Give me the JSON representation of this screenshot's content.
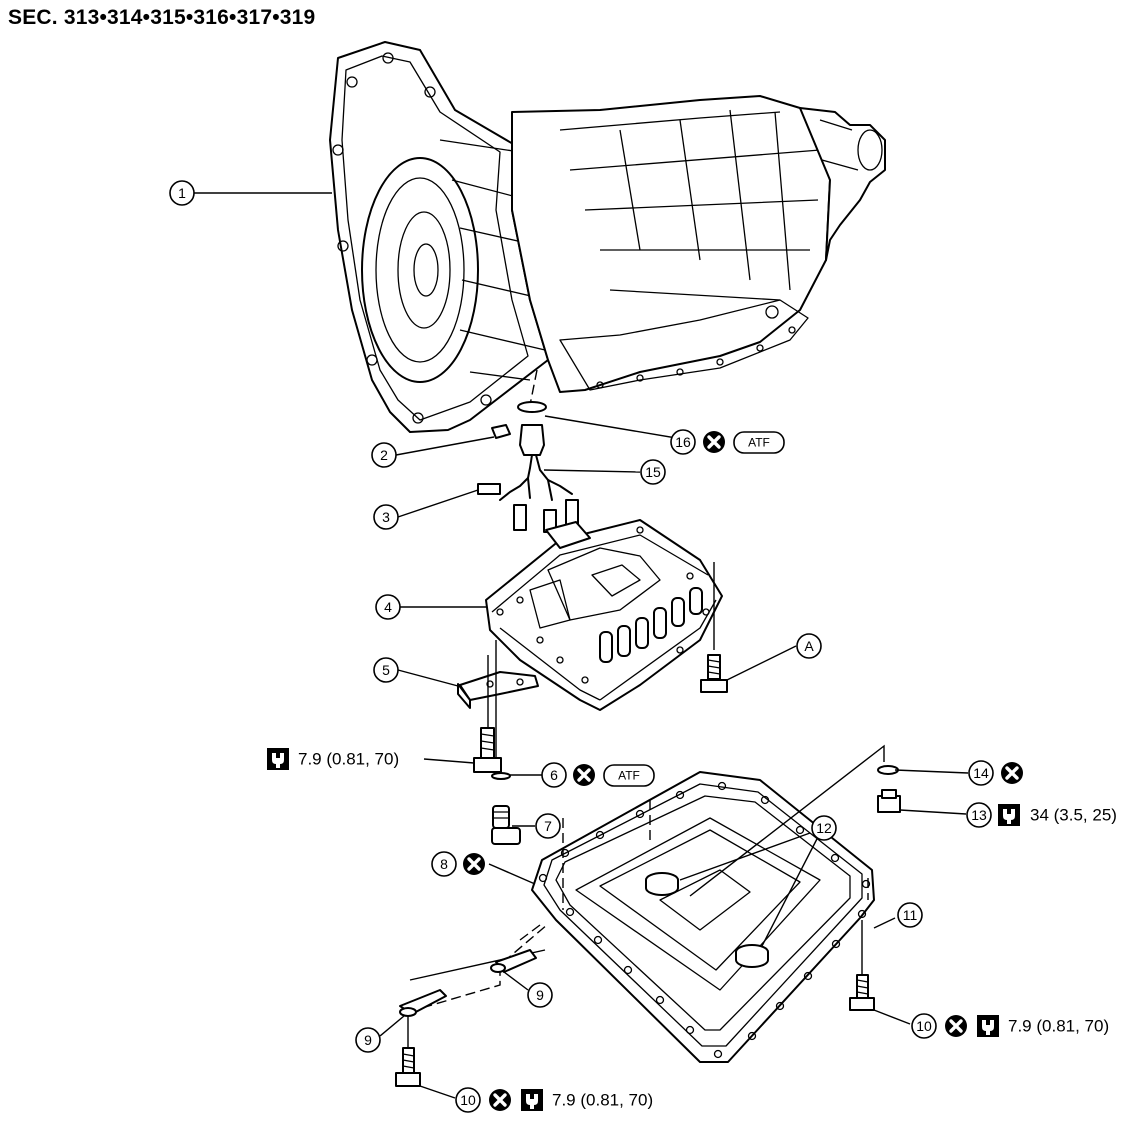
{
  "header": {
    "section": "SEC. 313•314•315•316•317•319"
  },
  "callouts": {
    "c1": "1",
    "c2": "2",
    "c3": "3",
    "c4": "4",
    "c5": "5",
    "c6": "6",
    "c7": "7",
    "c8": "8",
    "c9a": "9",
    "c9b": "9",
    "c10a": "10",
    "c10b": "10",
    "c11": "11",
    "c12": "12",
    "c13": "13",
    "c14": "14",
    "c15": "15",
    "c16": "16",
    "cA": "A"
  },
  "labels": {
    "atf": "ATF"
  },
  "specs": {
    "torque_valve_bolt": "7.9 (0.81, 70)",
    "torque_drain_plug": "34 (3.5, 25)",
    "torque_pan_bolt_right": "7.9 (0.81, 70)",
    "torque_pan_bolt_bottom": "7.9 (0.81, 70)"
  },
  "icons": [
    "torque-wrench-icon",
    "do-not-reuse-icon",
    "atf-apply-icon"
  ]
}
